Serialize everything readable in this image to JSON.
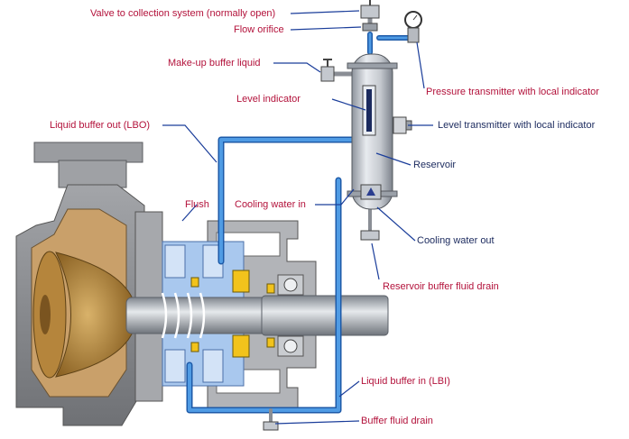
{
  "colors": {
    "label_red": "#b3123b",
    "label_navy": "#1b2a5e",
    "leader_line": "#1a3d9a",
    "buffer_pipe": "#3a86d6",
    "steel": "#b8bcc4",
    "casting": "#8a8c90",
    "impeller_bronze": "#b8893a",
    "seal_fluid": "#a9c8ee"
  },
  "labels": {
    "valve_collection": "Valve to collection system (normally open)",
    "flow_orifice": "Flow orifice",
    "makeup_buffer": "Make-up buffer liquid",
    "pressure_transmitter": "Pressure transmitter with local indicator",
    "level_indicator": "Level indicator",
    "lbo": "Liquid buffer out (LBO)",
    "level_transmitter": "Level transmitter with local indicator",
    "reservoir": "Reservoir",
    "flush": "Flush",
    "cooling_in": "Cooling water in",
    "cooling_out": "Cooling water out",
    "reservoir_drain": "Reservoir buffer fluid drain",
    "lbi": "Liquid buffer in (LBI)",
    "buffer_drain": "Buffer fluid drain"
  }
}
